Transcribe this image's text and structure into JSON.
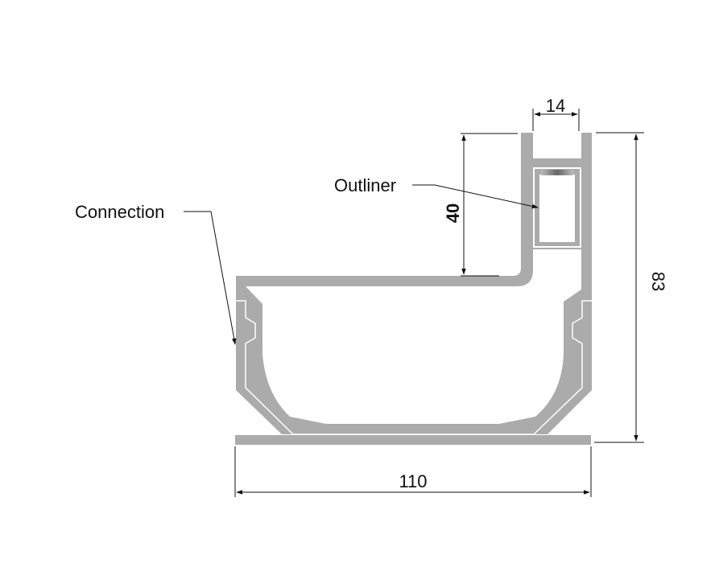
{
  "labels": {
    "connection": "Connection",
    "outliner": "Outliner"
  },
  "dimensions": {
    "width_top": "14",
    "height_column": "40",
    "height_total": "83",
    "width_total": "110"
  },
  "colors": {
    "profile": "#ababab",
    "line": "#111111"
  }
}
